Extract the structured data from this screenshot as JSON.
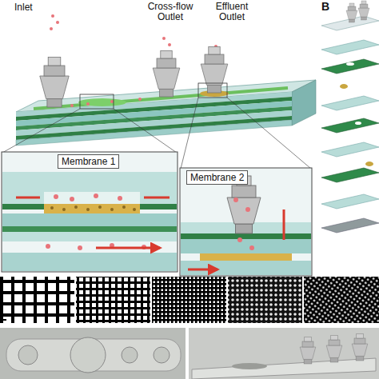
{
  "diagram": {
    "nodes": [
      {
        "text": [
          "Membrane 1"
        ]
      },
      {
        "text": [
          "Membrane 2"
        ]
      }
    ],
    "labels": [
      "Inlet",
      "Cross-flow Outlet",
      "Effluent Outlet",
      "B"
    ]
  }
}
